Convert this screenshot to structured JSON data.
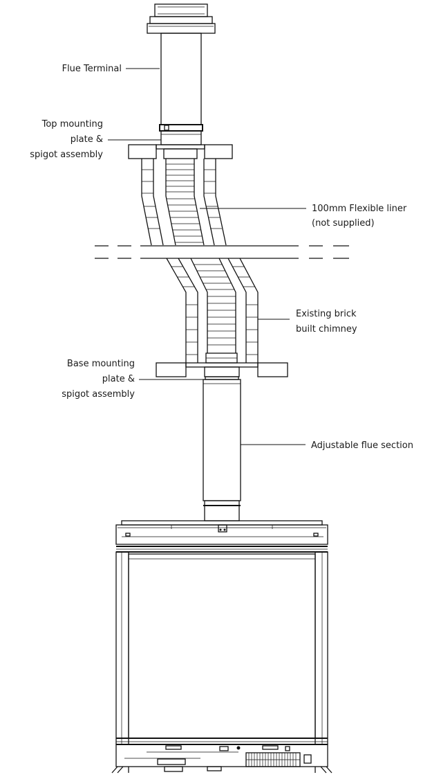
{
  "labels": {
    "flue_terminal": "Flue Terminal",
    "top_plate_1": "Top mounting",
    "top_plate_2": "plate &",
    "top_plate_3": "spigot assembly",
    "liner_1": "100mm Flexible liner",
    "liner_2": "(not supplied)",
    "chimney_1": "Existing brick",
    "chimney_2": "built chimney",
    "base_plate_1": "Base mounting",
    "base_plate_2": "plate &",
    "base_plate_3": "spigot assembly",
    "adjustable": "Adjustable flue section"
  }
}
